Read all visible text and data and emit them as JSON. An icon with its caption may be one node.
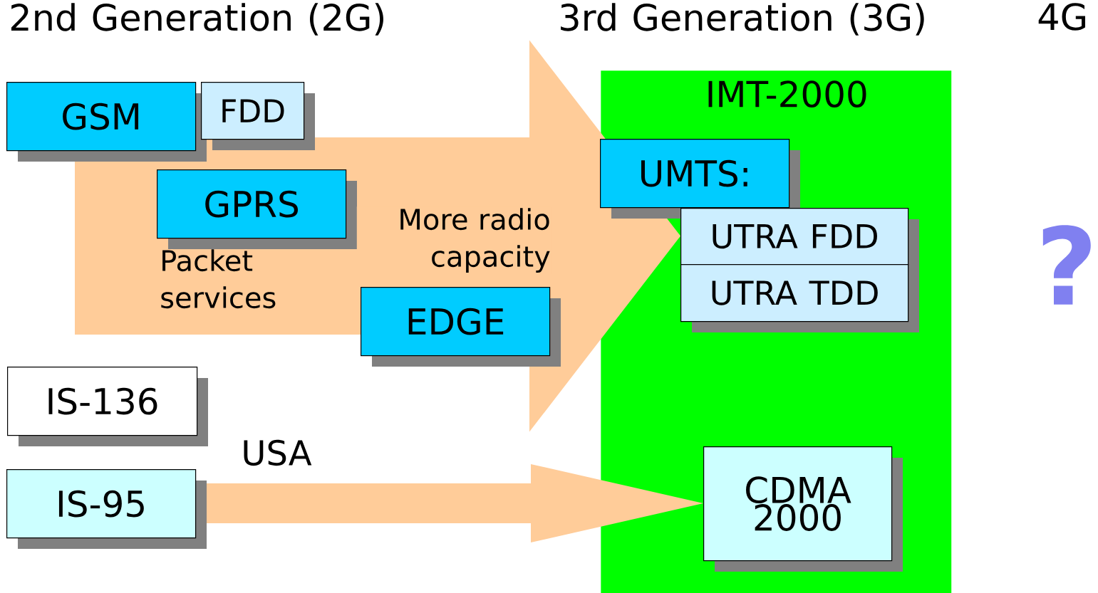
{
  "diagram": {
    "nodes": [
      {
        "text": [
          "GSM"
        ]
      },
      {
        "text": [
          "FDD"
        ]
      },
      {
        "text": [
          "GPRS"
        ]
      },
      {
        "text": [
          "EDGE"
        ]
      },
      {
        "text": [
          "IS-136"
        ]
      },
      {
        "text": [
          "IS-95"
        ]
      },
      {
        "text": [
          "IMT-2000"
        ]
      },
      {
        "text": [
          "UMTS:"
        ],
        "in": 6
      },
      {
        "text": [
          "UTRA FDD"
        ],
        "in": 6
      },
      {
        "text": [
          "UTRA TDD"
        ],
        "in": 6
      },
      {
        "text": [
          "CDMA 2000"
        ],
        "in": 6
      }
    ],
    "edges": [
      {
        "from": 0,
        "to": 8,
        "arrow": "to",
        "label": "More radio capacity"
      },
      {
        "from": 5,
        "to": 10,
        "arrow": "to",
        "label": "USA"
      }
    ],
    "labels": [
      "2nd Generation (2G)",
      "3rd Generation (3G)",
      "4G",
      "Packet services",
      "?"
    ]
  }
}
